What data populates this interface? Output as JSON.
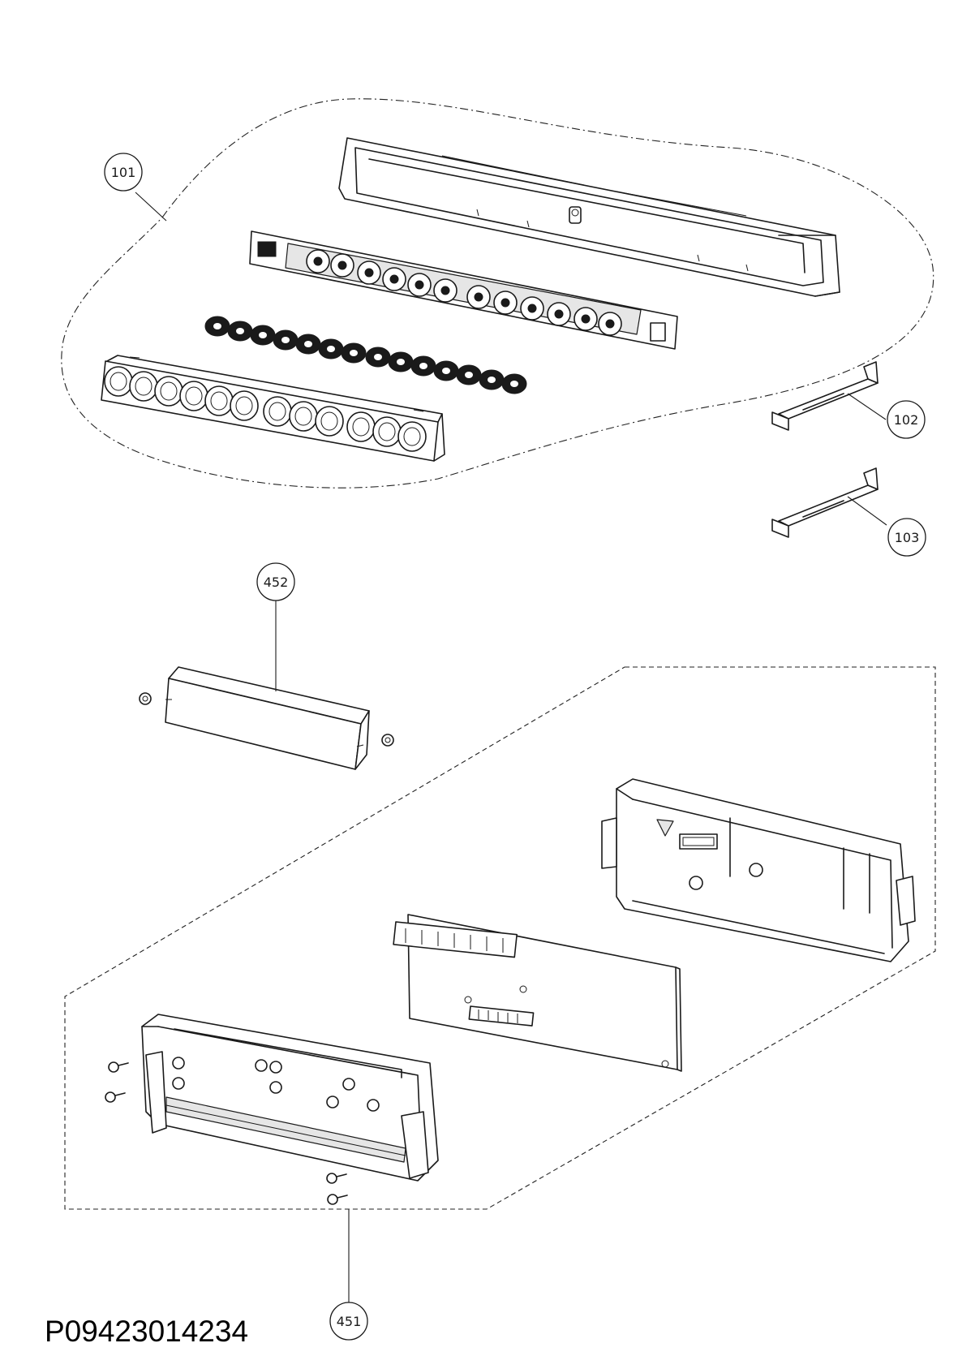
{
  "callouts": [
    {
      "id": "101",
      "label": "101"
    },
    {
      "id": "102",
      "label": "102"
    },
    {
      "id": "103",
      "label": "103"
    },
    {
      "id": "452",
      "label": "452"
    },
    {
      "id": "451",
      "label": "451"
    }
  ],
  "drawing_code": "P09423014234"
}
